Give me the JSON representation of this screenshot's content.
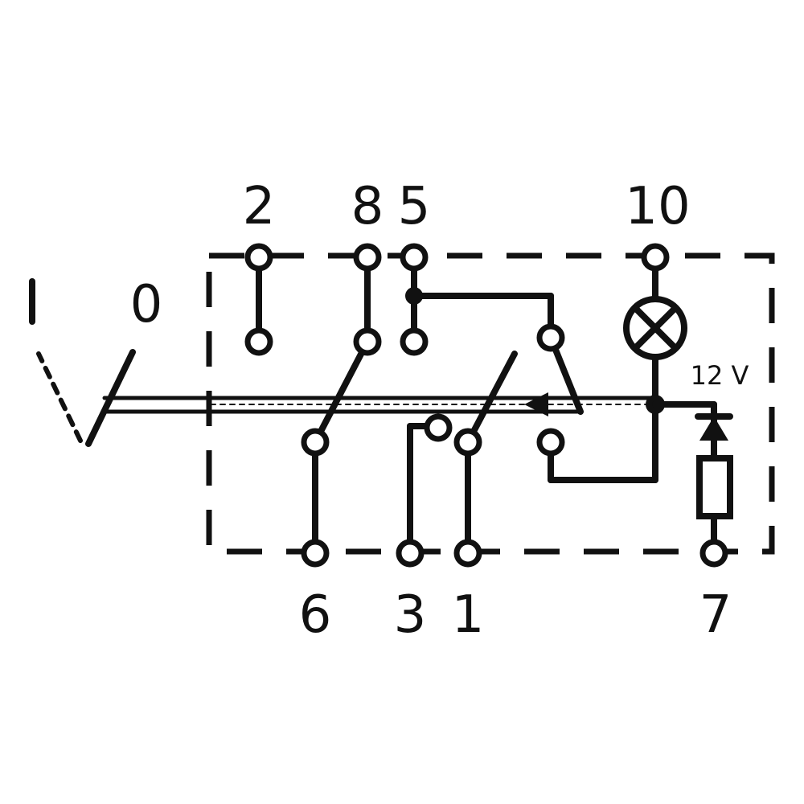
{
  "switch_positions": {
    "on": "I",
    "off": "0"
  },
  "terminals": {
    "t2": "2",
    "t8": "8",
    "t5": "5",
    "t10": "10",
    "t6": "6",
    "t3": "3",
    "t1": "1",
    "t7": "7"
  },
  "voltage": "12 V",
  "colors": {
    "ink": "#111111",
    "background": "#ffffff"
  },
  "icons": [
    "lamp-icon",
    "diode-icon",
    "resistor-icon",
    "terminal-icon",
    "junction-icon"
  ]
}
